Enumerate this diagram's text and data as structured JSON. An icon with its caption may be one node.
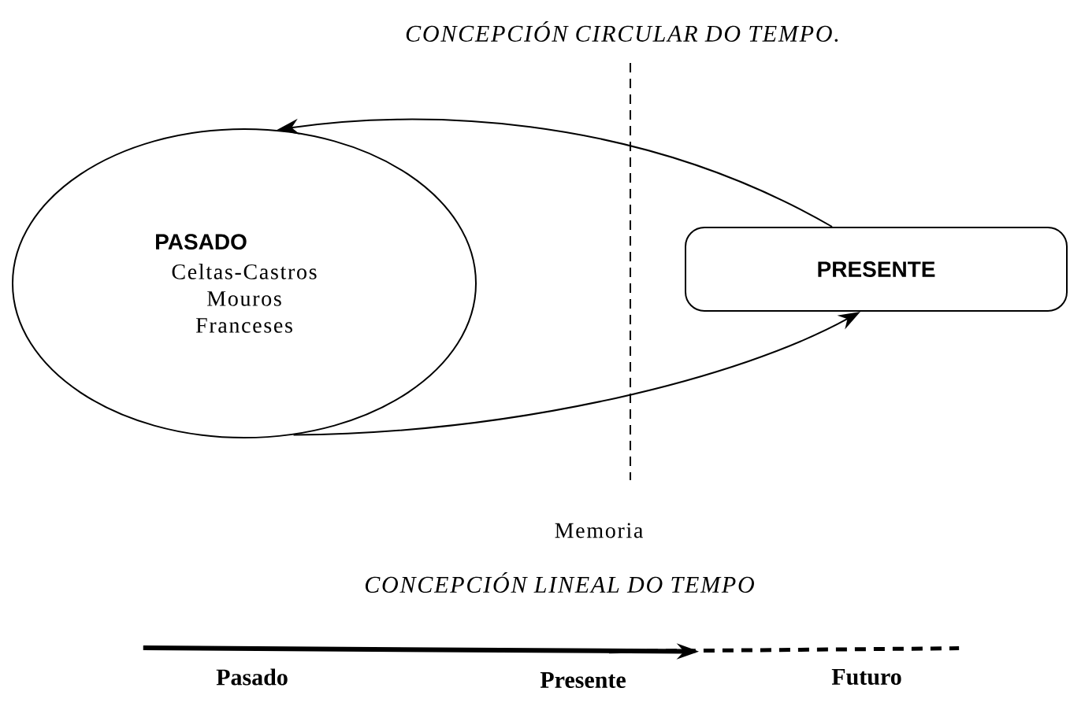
{
  "diagram": {
    "title": "CONCEPCIÓN CIRCULAR DO TEMPO.",
    "nodes": [
      {
        "text": [
          "PASADO",
          "Celtas-Castros Mouros Franceses"
        ]
      },
      {
        "text": [
          "PRESENTE"
        ]
      },
      {
        "text": [
          "Pasado"
        ]
      },
      {
        "text": [
          "Presente"
        ]
      },
      {
        "text": [
          "Futuro"
        ]
      }
    ],
    "edges": [
      {
        "from": 1,
        "to": 0,
        "arrow": "to"
      },
      {
        "from": 0,
        "to": 1,
        "arrow": "to"
      },
      {
        "from": 2,
        "to": 3,
        "arrow": "to",
        "style": "thick"
      },
      {
        "from": 3,
        "to": 4,
        "arrow": "none",
        "style": "dashed"
      }
    ],
    "labels": [
      "Memoria",
      "CONCEPCIÓN LINEAL DO TEMPO"
    ]
  }
}
